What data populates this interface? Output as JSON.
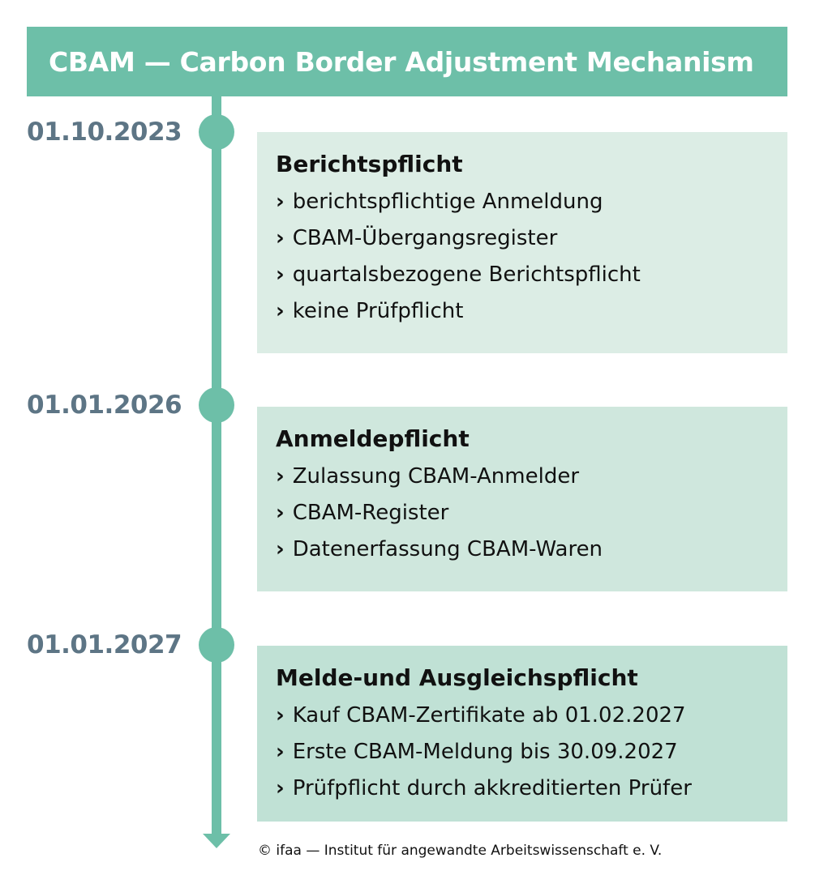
{
  "title": "CBAM — Carbon Border Adjustment Mechanism",
  "colors": {
    "accent": "#6dbfa8",
    "date": "#5d7585",
    "box1": "#dcede5",
    "box2": "#cfe7dd",
    "box3": "#c0e1d5"
  },
  "phases": [
    {
      "date": "01.10.2023",
      "heading": "Berichtspflicht",
      "items": [
        "berichtspflichtige Anmeldung",
        "CBAM-Übergangsregister",
        "quartalsbezogene Berichtspflicht",
        "keine Prüfpflicht"
      ]
    },
    {
      "date": "01.01.2026",
      "heading": "Anmeldepflicht",
      "items": [
        "Zulassung CBAM-Anmelder",
        "CBAM-Register",
        "Datenerfassung CBAM-Waren"
      ]
    },
    {
      "date": "01.01.2027",
      "heading": "Melde-und Ausgleichspflicht",
      "items": [
        "Kauf CBAM-Zertifikate ab 01.02.2027",
        "Erste CBAM-Meldung bis 30.09.2027",
        "Prüfpflicht durch akkreditierten Prüfer"
      ]
    }
  ],
  "bullet": "›",
  "footer": "© ifaa — Institut für angewandte Arbeitswissenschaft e. V."
}
